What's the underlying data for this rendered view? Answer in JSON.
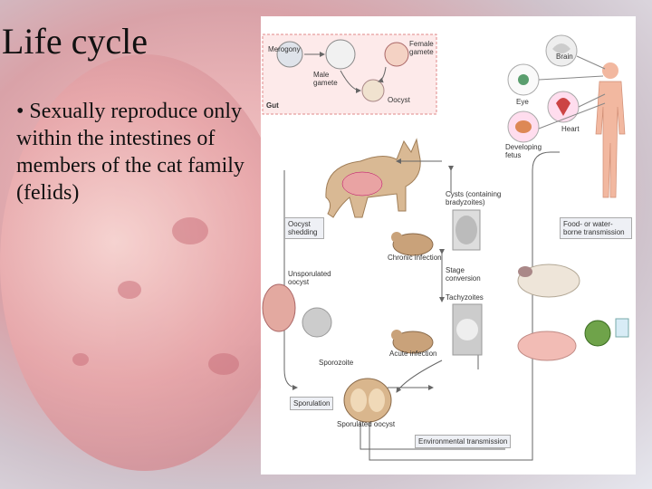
{
  "slide": {
    "title": "Life cycle",
    "bullet": "• Sexually reproduce only within the intestines of members of the cat family (felids)"
  },
  "diagram": {
    "merogony": "Merogony",
    "male_gamete": "Male gamete",
    "female_gamete": "Female gamete",
    "oocyst": "Oocyst",
    "gut": "Gut",
    "brain": "Brain",
    "eye": "Eye",
    "heart": "Heart",
    "developing_fetus": "Developing fetus",
    "cysts": "Cysts (containing bradyzoites)",
    "chronic_infection": "Chronic infection",
    "stage_conversion": "Stage conversion",
    "tachyzoites": "Tachyzoites",
    "acute_infection": "Acute infection",
    "oocyst_shedding": "Oocyst shedding",
    "unsporulated_oocyst": "Unsporulated oocyst",
    "sporozoite": "Sporozoite",
    "sporulation": "Sporulation",
    "sporulated_oocyst": "Sporulated oocyst",
    "food_water": "Food- or water-borne transmission",
    "environmental": "Environmental transmission"
  }
}
